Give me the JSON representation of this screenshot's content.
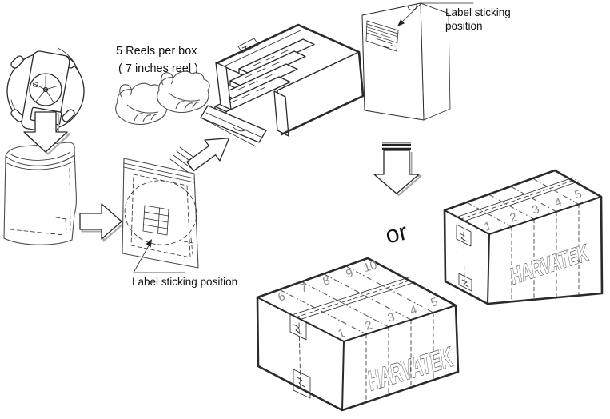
{
  "annotations": {
    "reels_per_box": {
      "line1": "5 Reels per box",
      "line2": "( 7 inches reel )"
    },
    "label_sticking_top": {
      "line1": "Label sticking",
      "line2": "position"
    },
    "label_sticking_bottom": "Label sticking position",
    "or_label": "or"
  },
  "cartons": {
    "large": {
      "brand": "HARVATEK",
      "numbers_far": [
        "6",
        "7",
        "8",
        "9",
        "10"
      ],
      "numbers_near": [
        "1",
        "2",
        "3",
        "4",
        "5"
      ]
    },
    "small": {
      "brand": "HARVATEK",
      "numbers": [
        "1",
        "2",
        "3",
        "4",
        "5"
      ]
    }
  },
  "icons": {
    "reel": "tape-reel-icon",
    "hands": "hands-icon",
    "open_bag": "open-bag-icon",
    "sealed_bag": "sealed-bag-icon",
    "label_grid": "label-grid-icon",
    "reel_box_open": "reel-box-open-icon",
    "reel_box_closed": "reel-box-closed-icon",
    "down_arrow": "down-arrow-icon",
    "right_arrow": "right-arrow-icon",
    "diagonal_arrow": "diagonal-arrow-icon",
    "leader_arrow": "leader-arrow-icon"
  },
  "colors": {
    "ink": "#2a2a2a",
    "numbers": "#8a8a8a",
    "shadow": "#a8a8a8",
    "background": "#ffffff"
  }
}
